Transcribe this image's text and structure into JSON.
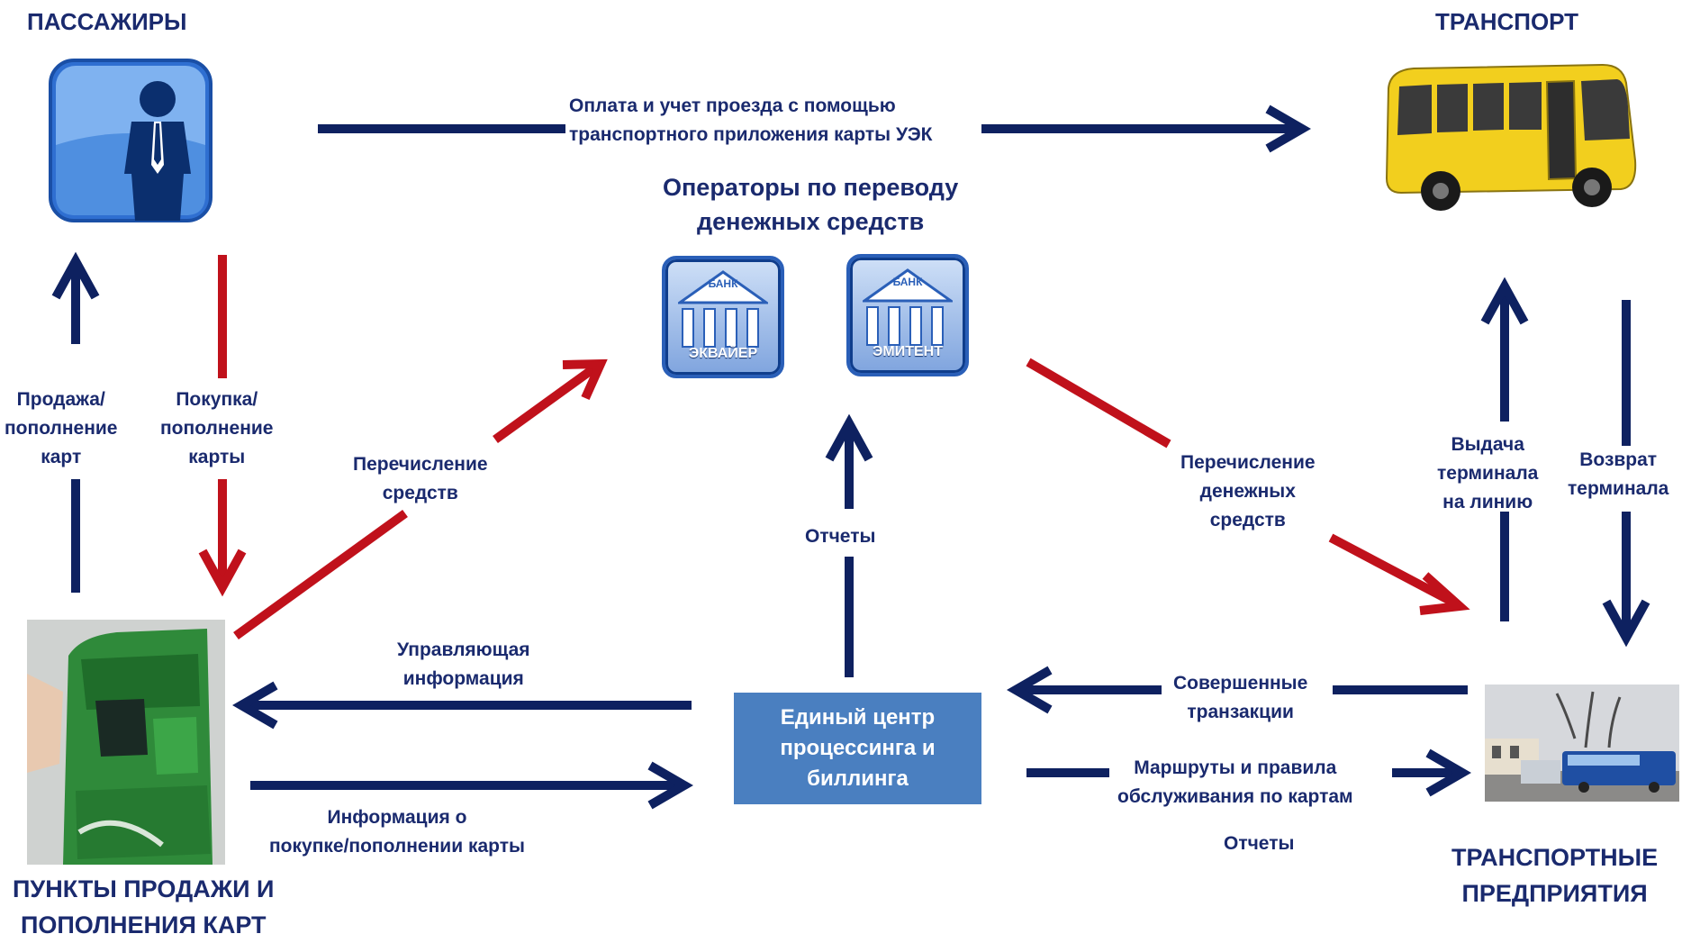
{
  "headings": {
    "passengers": "ПАССАЖИРЫ",
    "transport": "ТРАНСПОРТ",
    "operators": "Операторы по переводу\nденежных средств",
    "sale_points": "ПУНКТЫ ПРОДАЖИ И\nПОПОЛНЕНИЯ КАРТ",
    "transport_enterprises": "ТРАНСПОРТНЫЕ\nПРЕДПРИЯТИЯ"
  },
  "center": {
    "label": "Единый центр\nпроцессинга и\nбиллинга"
  },
  "banks": {
    "acquirer": {
      "top_word": "БАНК",
      "bottom_word": "ЭКВАЙЕР"
    },
    "issuer": {
      "top_word": "БАНК",
      "bottom_word": "ЭМИТЕНТ"
    }
  },
  "labels": {
    "payment": "Оплата и учет проезда с помощью\nтранспортного приложения карты УЭК",
    "sale_topup": "Продажа/\nпополнение\nкарт",
    "purchase_topup": "Покупка/\nпополнение\nкарты",
    "transfer_funds": "Перечисление\nсредств",
    "transfer_money": "Перечисление\nденежных\nсредств",
    "reports_up": "Отчеты",
    "control_info": "Управляющая\nинформация",
    "purchase_info": "Информация  о\nпокупке/пополнении карты",
    "transactions": "Совершенные\nтранзакции",
    "routes_rules": "Маршруты и правила\nобслуживания по картам",
    "reports_bottom": "Отчеты",
    "terminal_issue": "Выдача\nтерминала\nна линию",
    "terminal_return": "Возврат\nтерминала"
  },
  "colors": {
    "navy": "#0e2160",
    "red": "#c0111b",
    "box": "#4a7fc0",
    "bus_yellow": "#f2cf1e",
    "atm_green": "#2f8a3a"
  },
  "icons": {
    "passenger": "person-icon",
    "bus": "bus-icon",
    "atm": "atm-icon",
    "depot": "bus-depot-icon",
    "bank": "bank-building-icon"
  }
}
